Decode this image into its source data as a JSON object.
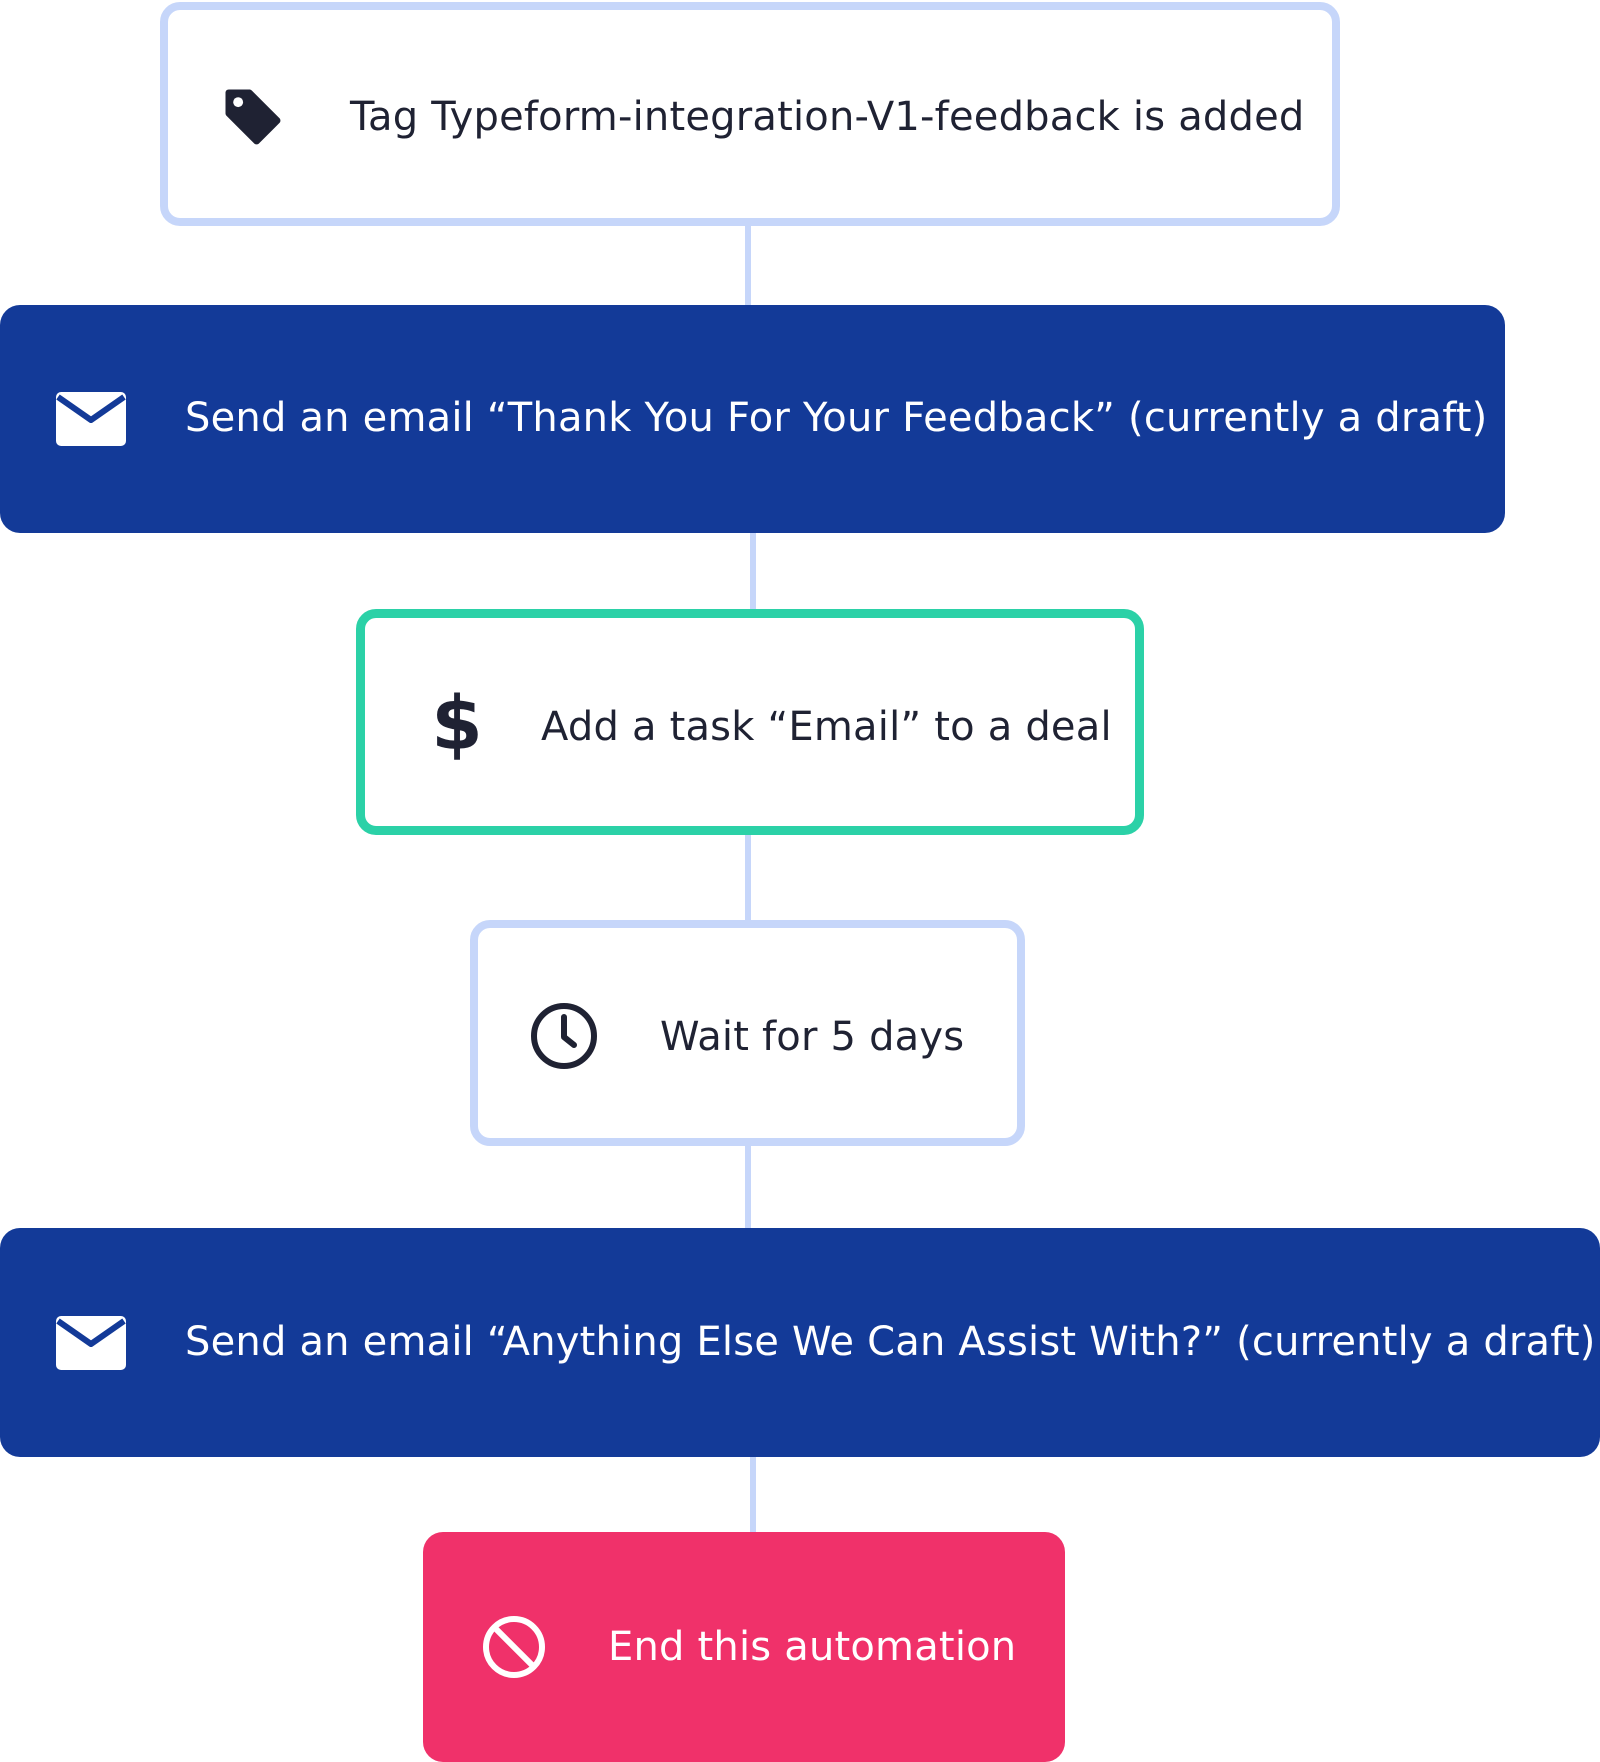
{
  "workflow": {
    "trigger": {
      "label": "Tag Typeform-integration-V1-feedback is added",
      "icon": "tag-icon"
    },
    "steps": [
      {
        "label": "Send an email “Thank You For Your Feedback” (currently a draft)",
        "icon": "envelope-icon"
      },
      {
        "label": "Add a task “Email” to a deal",
        "icon": "dollar-icon",
        "icon_text": "$"
      },
      {
        "label": "Wait for 5 days",
        "icon": "clock-icon"
      },
      {
        "label": "Send an email “Anything Else We Can Assist With?” (currently a draft)",
        "icon": "envelope-icon"
      },
      {
        "label": "End this automation",
        "icon": "ban-icon"
      }
    ]
  },
  "colors": {
    "outline_blue": "#c6d6fa",
    "outline_green": "#2bd1a7",
    "action_blue": "#133a98",
    "end_red": "#f0316a",
    "dark_text": "#1f2233",
    "connector": "#c6d6fa"
  }
}
